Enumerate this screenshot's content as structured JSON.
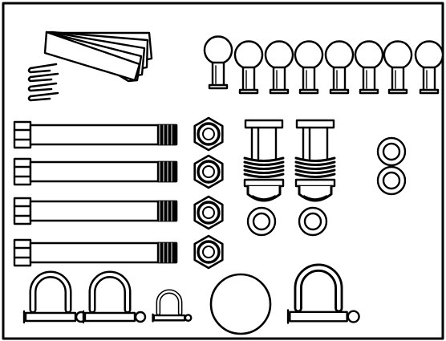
{
  "drawing": {
    "kind": "hardware kit line illustration",
    "colors": {
      "ink": "#000000",
      "paper": "#ffffff"
    },
    "parts": {
      "shims": 1,
      "cotter_pins": 4,
      "ball_pins": 8,
      "bolts": 4,
      "nuts": 4,
      "spring_pins": 2,
      "washers": 4,
      "shackles": 4,
      "plug": 1
    }
  }
}
